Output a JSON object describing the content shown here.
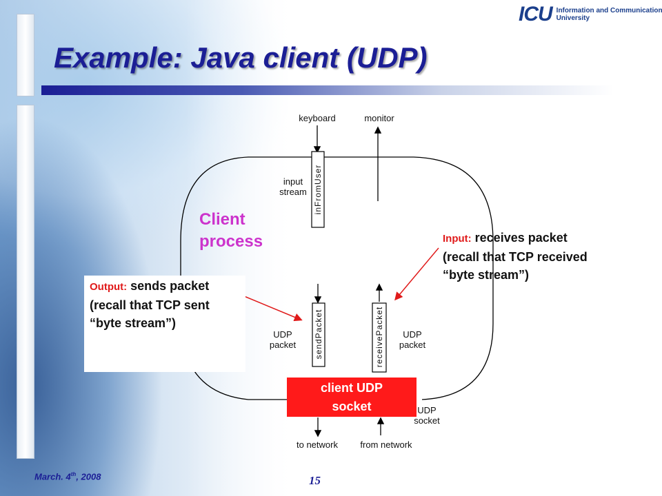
{
  "header": {
    "title": "Example: Java client (UDP)",
    "logo_mark": "ICU",
    "logo_text": "Information and Communications University"
  },
  "diagram": {
    "top_labels": {
      "keyboard": "keyboard",
      "monitor": "monitor"
    },
    "input_stream_label": "input\nstream",
    "in_from_user": "inFromUser",
    "client_process": "Client\nprocess",
    "send_packet": "sendPacket",
    "receive_packet": "receivePacket",
    "udp_packet_left": "UDP\npacket",
    "udp_packet_right": "UDP\npacket",
    "udp_socket_label": "UDP\nsocket",
    "bottom_labels": {
      "to_network": "to network",
      "from_network": "from network"
    },
    "socket_box": "client UDP\nsocket"
  },
  "notes": {
    "input": {
      "lead": "Input:",
      "text": " receives packet (recall that TCP received “byte stream”)"
    },
    "output": {
      "lead": "Output:",
      "text": " sends packet (recall that TCP sent “byte stream”)"
    }
  },
  "footer": {
    "date_prefix": "March. 4",
    "date_sup": "th",
    "date_suffix": ", 2008",
    "page_number": "15"
  },
  "colors": {
    "title": "#1b1e95",
    "accent_red": "#ff1a1a",
    "process_label": "#cc33cc"
  }
}
